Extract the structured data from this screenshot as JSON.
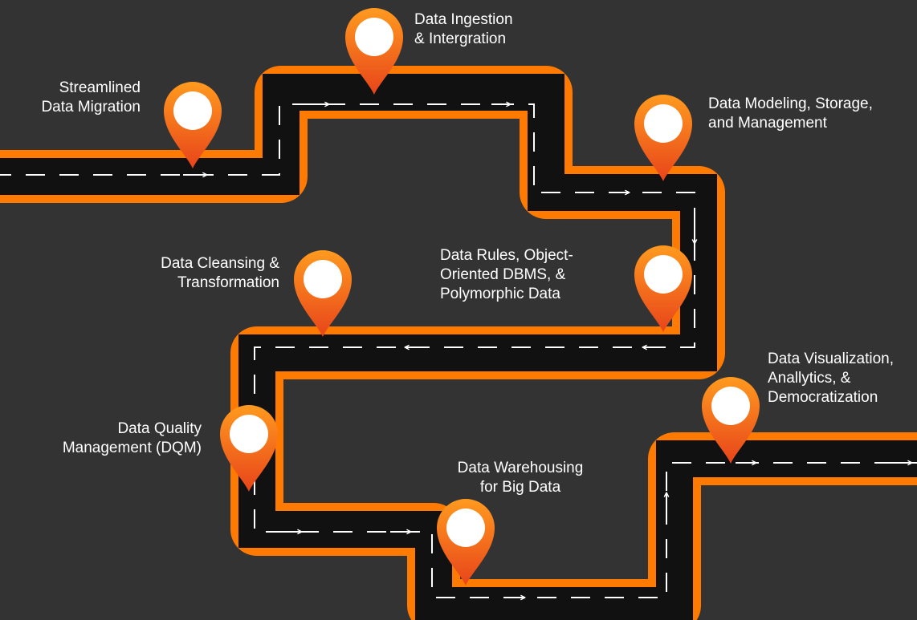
{
  "colors": {
    "background": "#333333",
    "road_border": "#ff7a00",
    "road_surface": "#111111",
    "lane_marking": "#ffffff",
    "pin_top": "#ff9a1f",
    "pin_bottom": "#e8441a",
    "pin_dot": "#ffffff"
  },
  "stages": [
    {
      "label": "Streamlined\nData Migration",
      "icon": "location-pin-icon"
    },
    {
      "label": "Data Ingestion\n& Intergration",
      "icon": "location-pin-icon"
    },
    {
      "label": "Data Modeling, Storage,\nand Management",
      "icon": "location-pin-icon"
    },
    {
      "label": "Data Rules, Object-\nOriented DBMS, &\nPolymorphic Data",
      "icon": "location-pin-icon"
    },
    {
      "label": "Data Cleansing &\nTransformation",
      "icon": "location-pin-icon"
    },
    {
      "label": "Data Quality\nManagement (DQM)",
      "icon": "location-pin-icon"
    },
    {
      "label": "Data Warehousing\nfor Big Data",
      "icon": "location-pin-icon"
    },
    {
      "label": "Data Visualization,\nAnallytics, &\nDemocratization",
      "icon": "location-pin-icon"
    }
  ]
}
